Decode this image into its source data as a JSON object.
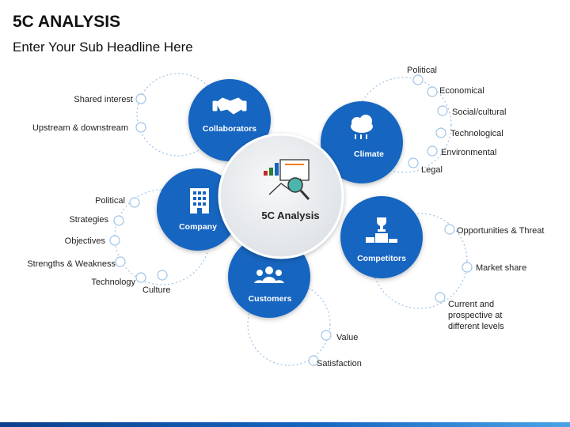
{
  "header": {
    "title": "5C ANALYSIS",
    "subtitle": "Enter Your Sub Headline Here"
  },
  "center": {
    "label": "5C Analysis",
    "icon": "analysis-chart-icon"
  },
  "colors": {
    "node_blue": "#1565c0",
    "connector": "#9fc3e6",
    "center_fill": "#e9ecef"
  },
  "nodes": {
    "collaborators": {
      "label": "Collaborators",
      "icon": "handshake-icon",
      "items": [
        "Shared interest",
        "Upstream & downstream"
      ]
    },
    "climate": {
      "label": "Climate",
      "icon": "cloud-rain-icon",
      "items": [
        "Political",
        "Economical",
        "Social/cultural",
        "Technological",
        "Environmental",
        "Legal"
      ]
    },
    "company": {
      "label": "Company",
      "icon": "building-icon",
      "items": [
        "Political",
        "Strategies",
        "Objectives",
        "Strengths & Weakness",
        "Technology",
        "Culture"
      ]
    },
    "competitors": {
      "label": "Competitors",
      "icon": "podium-trophy-icon",
      "items": [
        "Opportunities & Threat",
        "Market share",
        "Current and",
        "prospective at",
        "different levels"
      ]
    },
    "customers": {
      "label": "Customers",
      "icon": "people-group-icon",
      "items": [
        "Value",
        "Satisfaction"
      ]
    }
  }
}
